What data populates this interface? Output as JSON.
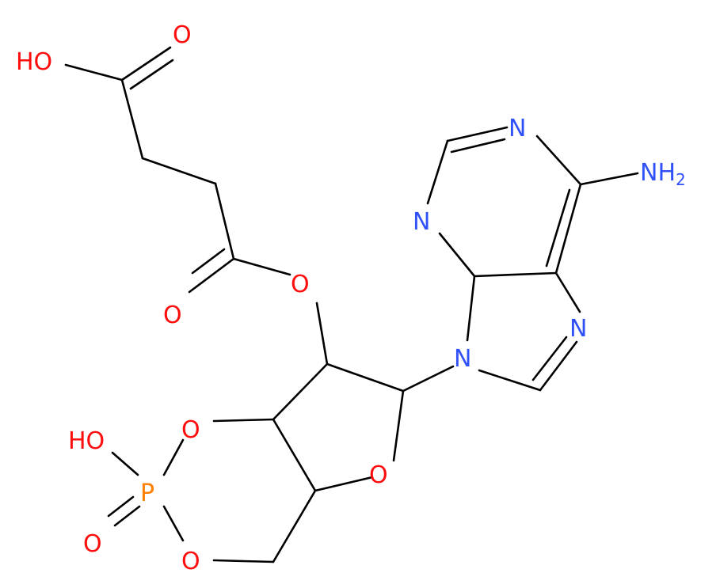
{
  "colors": {
    "bond": "#000000",
    "oxygen": "#ff0d0d",
    "nitrogen": "#3050f8",
    "phosphorus": "#ff8000"
  },
  "atoms": {
    "oh_top": "HO",
    "o_acid_carbonyl": "O",
    "o_ester_carbonyl": "O",
    "o_ester": "O",
    "n_pyrimidine_top": "N",
    "nh2_N": "NH",
    "nh2_sub": "2",
    "n_pyrimidine_left": "N",
    "n_imidazole_right": "N",
    "n9": "N",
    "o_phos_upper": "O",
    "ho_phos": "HO",
    "p": "P",
    "o_phos_double": "O",
    "o_phos_lower": "O",
    "o_ring": "O"
  }
}
